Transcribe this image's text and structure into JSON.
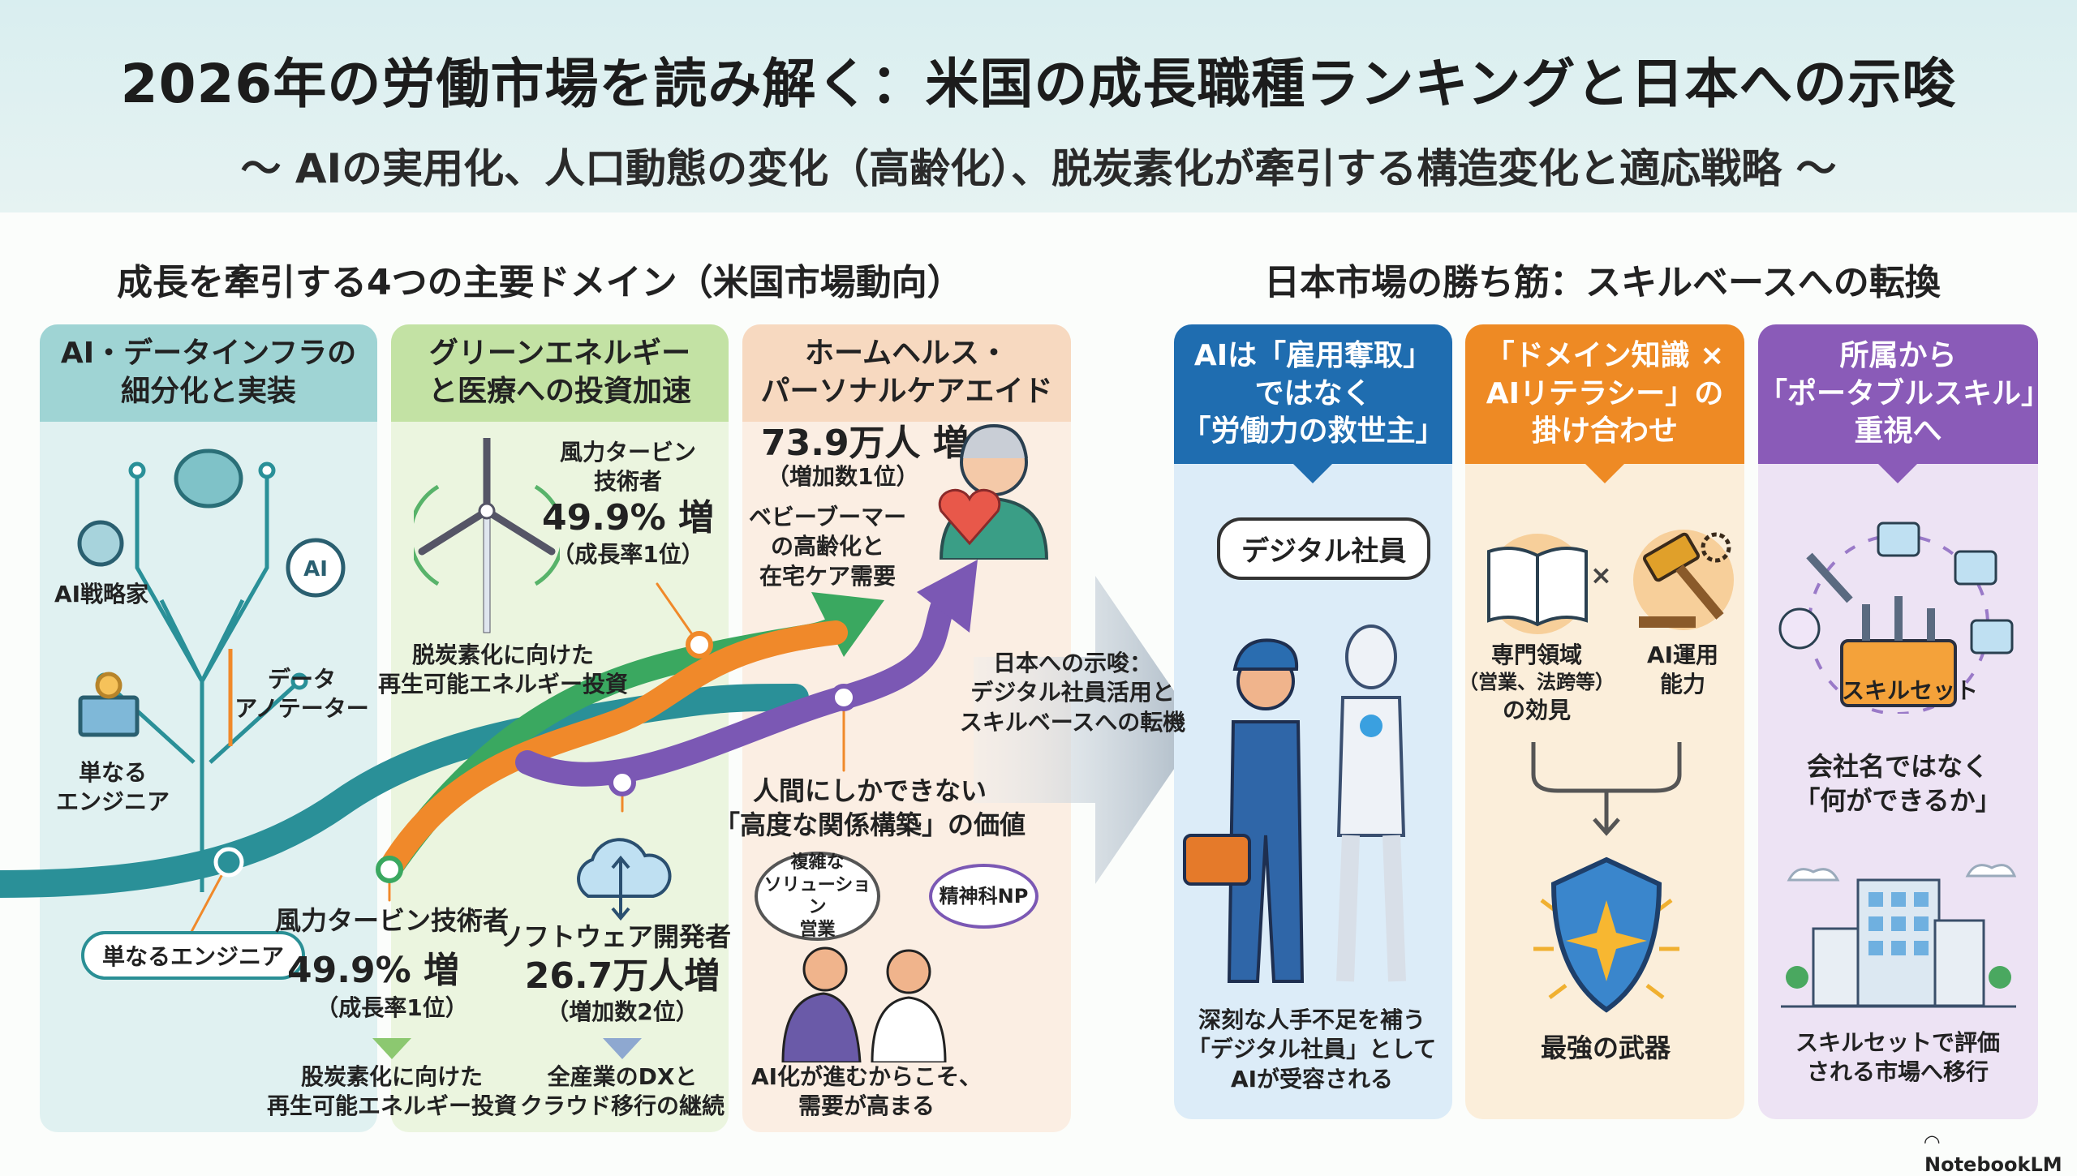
{
  "header": {
    "title": "2026年の労働市場を読み解く：米国の成長職種ランキングと日本への示唆",
    "subtitle": "～ AIの実用化、人口動態の変化（高齢化）、脱炭素化が牽引する構造変化と適応戦略 ～"
  },
  "left_section": {
    "heading": "成長を牽引する4つの主要ドメイン（米国市場動向）",
    "columns": [
      {
        "title": [
          "AI・データインフラの",
          "細分化と実装"
        ],
        "color": "#9fd4d4",
        "labels": {
          "strategist": "AI戦略家",
          "annotator": [
            "データ",
            "アノテーター"
          ],
          "engineer": [
            "単なる",
            "エンジニア"
          ],
          "engineer_pill": "単なるエンジニア"
        },
        "icons": [
          "brain-icon",
          "head-icon",
          "ai-chip-icon",
          "laptop-gear-icon"
        ]
      },
      {
        "title": [
          "グリーンエネルギー",
          "と医療への投資加速"
        ],
        "color": "#c3e2a4",
        "top": {
          "job": [
            "風力タービン",
            "技術者"
          ],
          "stat": "49.9% 増",
          "rank": "（成長率1位）",
          "caption": [
            "脱炭素化に向けた",
            "再生可能エネルギー投資"
          ]
        },
        "bottom": [
          {
            "job": "風力タービン技術者",
            "stat": "49.9% 増",
            "rank": "（成長率1位）",
            "caption": [
              "股炭素化に向けた",
              "再生可能エネルギー投資"
            ]
          },
          {
            "job": "ソフトウェア開発者",
            "stat": "26.7万人増",
            "rank": "（増加数2位）",
            "caption": [
              "全産業のDXと",
              "クラウド移行の継続"
            ]
          }
        ]
      },
      {
        "title": [
          "ホームヘルス・",
          "パーソナルケアエイド"
        ],
        "color": "#f7d9c0",
        "stat": "73.9万人 増",
        "rank": "（増加数1位）",
        "driver": [
          "ベビーブーマー",
          "の高齢化と",
          "在宅ケア需要"
        ],
        "value": [
          "人間にしかできない",
          "「高度な関係構築」の価値"
        ],
        "bubbles": [
          [
            "複雑な",
            "ソリューション",
            "営業"
          ],
          "精神科NP"
        ],
        "caption": [
          "AI化が進むからこそ、",
          "需要が高まる"
        ]
      }
    ]
  },
  "bridge": {
    "text": [
      "日本への示唆：",
      "デジタル社員活用と",
      "スキルベースへの転機"
    ]
  },
  "right_section": {
    "heading": "日本市場の勝ち筋：スキルベースへの転換",
    "columns": [
      {
        "title": [
          "AIは「雇用奪取」",
          "ではなく",
          "「労働力の救世主」"
        ],
        "color": "#1f6db0",
        "bubble": "デジタル社員",
        "caption": [
          "深刻な人手不足を補う",
          "「デジタル社員」として",
          "AIが受容される"
        ]
      },
      {
        "title": [
          "「ドメイン知識 ×",
          "AIリテラシー」の",
          "掛け合わせ"
        ],
        "color": "#ee8a24",
        "left_label": [
          "専門領域",
          "（営業、法跨等）",
          "の効見"
        ],
        "times": "×",
        "right_label": [
          "AI運用",
          "能力"
        ],
        "result": "最強の武器"
      },
      {
        "title": [
          "所属から",
          "「ポータブルスキル」",
          "重視へ"
        ],
        "color": "#8a5bb8",
        "toolbox": "スキルセット",
        "middle": [
          "会社名ではなく",
          "「何ができるか」"
        ],
        "caption": [
          "スキルセットで評価",
          "される市場へ移行"
        ]
      }
    ]
  },
  "footer": {
    "brand": "NotebookLM"
  },
  "colors": {
    "teal": "#2a9098",
    "green": "#3aa860",
    "orange": "#f0892a",
    "purple": "#7b58b4"
  }
}
